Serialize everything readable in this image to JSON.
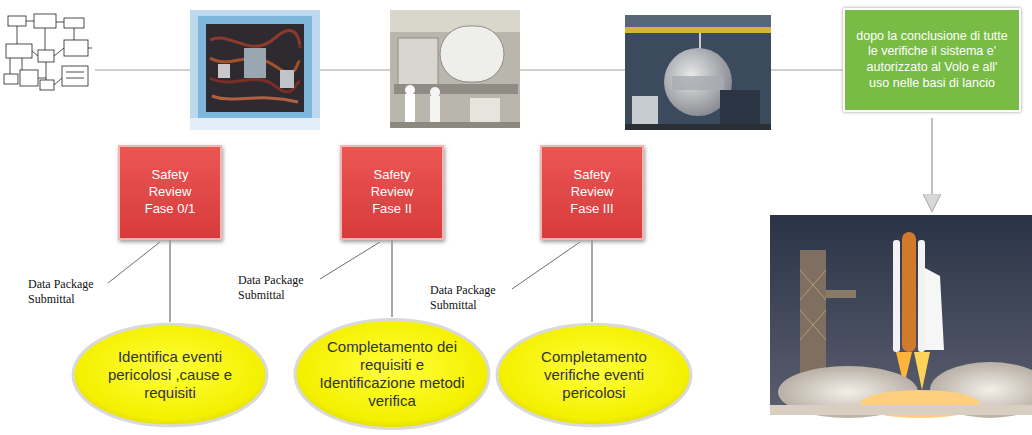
{
  "diagram": {
    "nodes": [
      {
        "text": [
          "dopo la conclusione di tutte le verifiche il sistema e' autorizzato al Volo e all' uso nelle basi di lancio"
        ]
      },
      {
        "text": [
          "Safety Review Fase 0/1"
        ]
      },
      {
        "text": [
          "Safety Review Fase II"
        ]
      },
      {
        "text": [
          "Safety Review Fase III"
        ]
      },
      {
        "text": [
          "Identifica eventi pericolosi ,cause e requisiti"
        ]
      },
      {
        "text": [
          "Completamento dei requisiti e Identificazione metodi verifica"
        ]
      },
      {
        "text": [
          "Completamento verifiche eventi pericolosi"
        ]
      }
    ],
    "edges": [
      {
        "from": 1,
        "to": 4,
        "arrow": "none"
      },
      {
        "from": 2,
        "to": 5,
        "arrow": "none"
      },
      {
        "from": 3,
        "to": 6,
        "arrow": "none"
      }
    ],
    "labels": [
      "Data Package Submittal",
      "Data Package Submittal",
      "Data Package Submittal"
    ]
  }
}
